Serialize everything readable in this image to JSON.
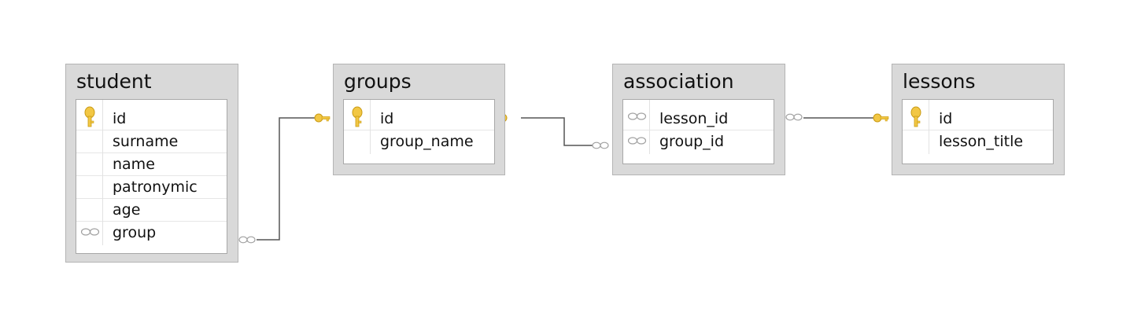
{
  "diagram": {
    "entities": [
      {
        "id": "student",
        "title": "student",
        "fields": [
          {
            "name": "id",
            "icon": "primary-key-icon"
          },
          {
            "name": "surname",
            "icon": ""
          },
          {
            "name": "name",
            "icon": ""
          },
          {
            "name": "patronymic",
            "icon": ""
          },
          {
            "name": "age",
            "icon": ""
          },
          {
            "name": "group",
            "icon": "foreign-key-icon"
          }
        ]
      },
      {
        "id": "groups",
        "title": "groups",
        "fields": [
          {
            "name": "id",
            "icon": "primary-key-icon"
          },
          {
            "name": "group_name",
            "icon": ""
          }
        ]
      },
      {
        "id": "association",
        "title": "association",
        "fields": [
          {
            "name": "lesson_id",
            "icon": "foreign-key-icon"
          },
          {
            "name": "group_id",
            "icon": "foreign-key-icon"
          }
        ]
      },
      {
        "id": "lessons",
        "title": "lessons",
        "fields": [
          {
            "name": "id",
            "icon": "primary-key-icon"
          },
          {
            "name": "lesson_title",
            "icon": ""
          }
        ]
      }
    ],
    "relationships": [
      {
        "from": "student.group",
        "to": "groups.id",
        "cardinality": "many-to-one"
      },
      {
        "from": "association.group_id",
        "to": "groups.id",
        "cardinality": "many-to-one"
      },
      {
        "from": "association.lesson_id",
        "to": "lessons.id",
        "cardinality": "many-to-one"
      }
    ],
    "colors": {
      "table_background": "#d9d9d9",
      "table_border": "#b4b4b4",
      "fields_background": "#ffffff",
      "key_icon": "#f2c744",
      "connector_line": "#555555",
      "many_end_icon": "#a0a0a0"
    }
  }
}
